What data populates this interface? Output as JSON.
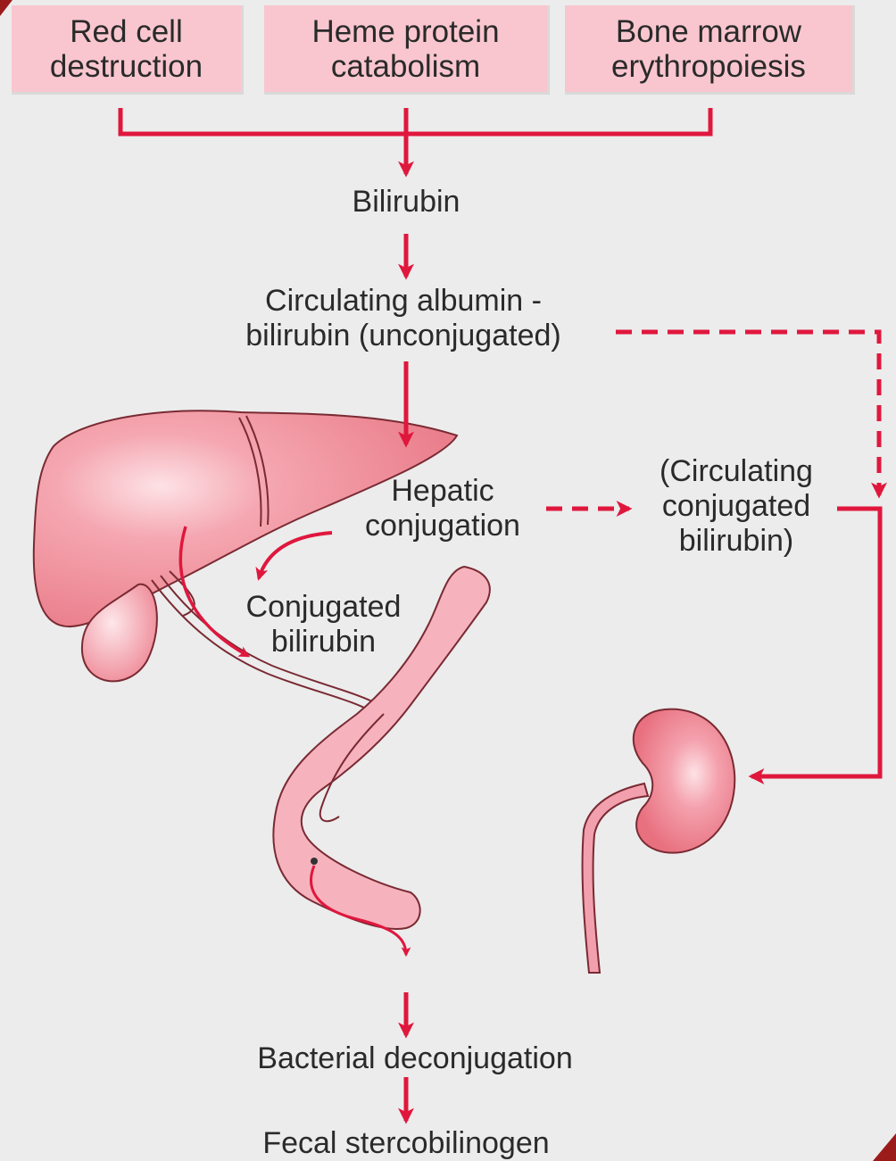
{
  "sources": [
    {
      "label": "Red cell\ndestruction"
    },
    {
      "label": "Heme protein\ncatabolism"
    },
    {
      "label": "Bone marrow\nerythropoiesis"
    }
  ],
  "nodes": {
    "bilirubin": "Bilirubin",
    "circulating_albumin": "Circulating albumin -\nbilirubin (unconjugated)",
    "hepatic_conjugation": "Hepatic\nconjugation",
    "conjugated_bilirubin": "Conjugated\nbilirubin",
    "circulating_conjugated": "(Circulating\nconjugated\nbilirubin)",
    "bacterial_deconjugation": "Bacterial deconjugation",
    "fecal_stercobilinogen": "Fecal stercobilinogen"
  },
  "colors": {
    "arrow": "#e0173d",
    "box_fill": "#f9c6cf",
    "liver": "#f08e98",
    "intestine": "#f6b3be",
    "kidney": "#f07b8c",
    "background": "#ececec",
    "corner_accent": "#9b1b1b"
  }
}
